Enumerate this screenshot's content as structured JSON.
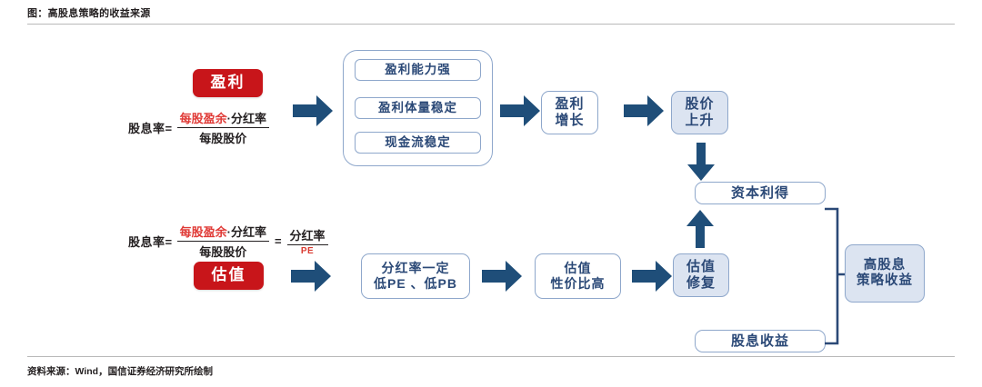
{
  "figure": {
    "title": "图：高股息策略的收益来源",
    "source": "资料来源：Wind，国信证券经济研究所绘制"
  },
  "colors": {
    "red": "#c8151a",
    "arrow_blue": "#1f4e79",
    "node_fill": "#dce4f1",
    "node_border": "#8ea7cb",
    "node_text": "#2b4977",
    "formula_red": "#e03a36"
  },
  "formulas": {
    "top": {
      "lead": "股息率=",
      "numerator_red": "每股盈余",
      "numerator_rest": "·分红率",
      "denominator": "每股股价"
    },
    "bottom": {
      "lead": "股息率=",
      "numerator_red": "每股盈余",
      "numerator_rest": "·分红率",
      "denominator": "每股股价",
      "equals": "=",
      "numerator2": "分红率",
      "denominator2": "PE"
    }
  },
  "nodes": {
    "earnings_badge": "盈利",
    "valuation_badge": "估值",
    "earnings_traits": [
      "盈利能力强",
      "盈利体量稳定",
      "现金流稳定"
    ],
    "profit_growth": "盈利\n增长",
    "price_up": "股价\n上升",
    "capital_gain": "资本利得",
    "payout_low_pe": "分红率一定\n低PE 、低PB",
    "valuation_cheap": "估值\n性价比高",
    "valuation_repair": "估值\n修复",
    "dividend_income": "股息收益",
    "total_return": "高股息\n策略收益"
  }
}
